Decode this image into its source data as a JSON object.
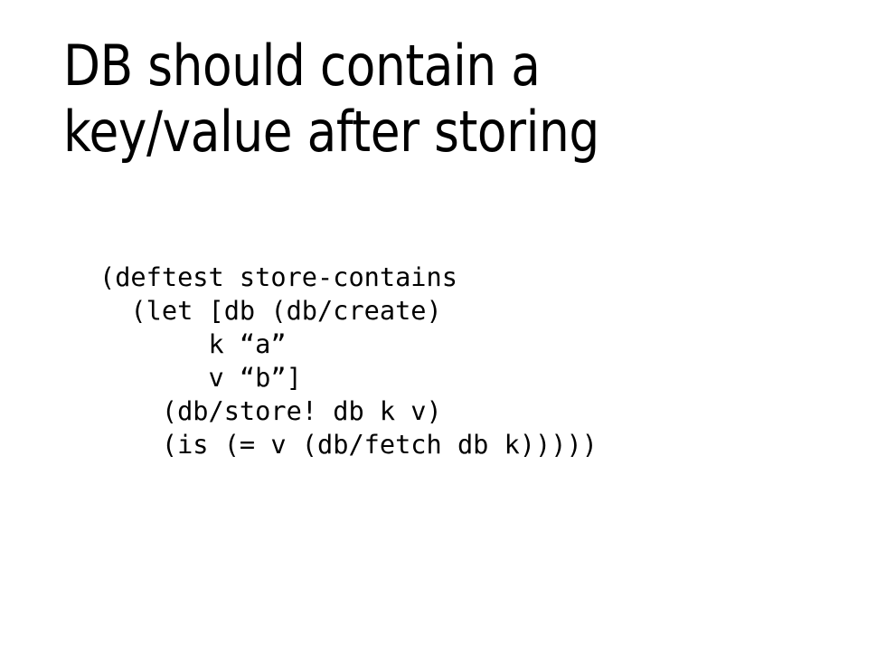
{
  "slide": {
    "background_color": "#ffffff",
    "text_color": "#000000",
    "title": "DB should contain a key/value after storing",
    "title_line_1": "DB should contain a key/value",
    "title_line_2": "after storing",
    "code": {
      "language": "clojure",
      "lines": [
        "(deftest store-contains",
        "  (let [db (db/create)",
        "       k “a”",
        "       v “b”]",
        "    (db/store! db k v)",
        "    (is (= v (db/fetch db k)))))"
      ],
      "text": "(deftest store-contains\n  (let [db (db/create)\n       k “a”\n       v “b”]\n    (db/store! db k v)\n    (is (= v (db/fetch db k)))))"
    }
  }
}
